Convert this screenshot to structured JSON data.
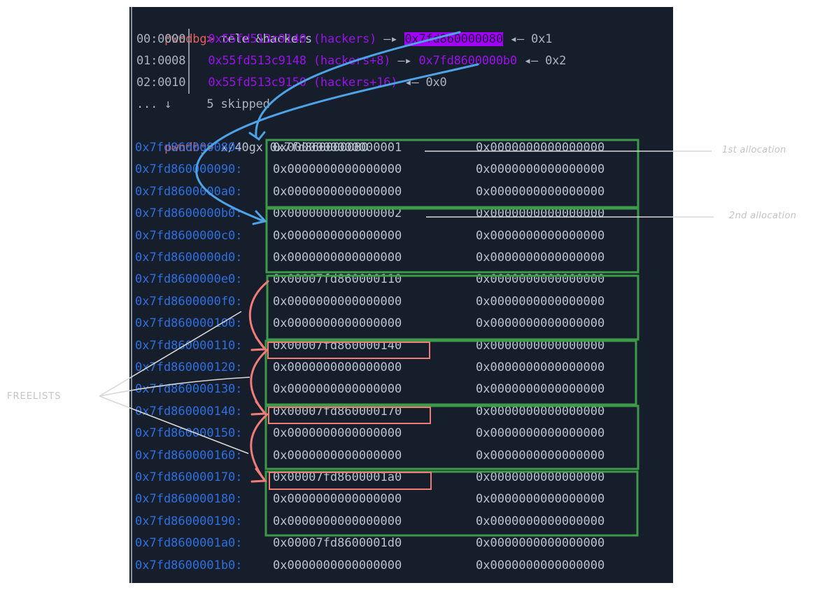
{
  "terminal": {
    "prompt": "pwndbg>",
    "commands": [
      "tele &hackers",
      "x/40gx 0x7fd860000080"
    ],
    "telescope": [
      {
        "index": "00:0000",
        "address": "0x55fd513c9140",
        "symbol": "(hackers)",
        "arrow": "—▸",
        "target": "0x7fd860000080",
        "value_arrow": "◂—",
        "value": "0x1",
        "highlighted": true
      },
      {
        "index": "01:0008",
        "address": "0x55fd513c9148",
        "symbol": "(hackers+8)",
        "arrow": "—▸",
        "target": "0x7fd8600000b0",
        "value_arrow": "◂—",
        "value": "0x2",
        "highlighted": false
      },
      {
        "index": "02:0010",
        "address": "0x55fd513c9150",
        "symbol": "(hackers+16)",
        "arrow": "",
        "target": "",
        "value_arrow": "◂—",
        "value": "0x0",
        "highlighted": false
      }
    ],
    "skipped": {
      "index": "... ↓",
      "text": "5 skipped"
    },
    "memory": [
      {
        "addr": "0x7fd860000080:",
        "v1": "0x0000000000000001",
        "v2": "0x0000000000000000"
      },
      {
        "addr": "0x7fd860000090:",
        "v1": "0x0000000000000000",
        "v2": "0x0000000000000000"
      },
      {
        "addr": "0x7fd8600000a0:",
        "v1": "0x0000000000000000",
        "v2": "0x0000000000000000"
      },
      {
        "addr": "0x7fd8600000b0:",
        "v1": "0x0000000000000002",
        "v2": "0x0000000000000000"
      },
      {
        "addr": "0x7fd8600000c0:",
        "v1": "0x0000000000000000",
        "v2": "0x0000000000000000"
      },
      {
        "addr": "0x7fd8600000d0:",
        "v1": "0x0000000000000000",
        "v2": "0x0000000000000000"
      },
      {
        "addr": "0x7fd8600000e0:",
        "v1": "0x00007fd860000110",
        "v2": "0x0000000000000000"
      },
      {
        "addr": "0x7fd8600000f0:",
        "v1": "0x0000000000000000",
        "v2": "0x0000000000000000"
      },
      {
        "addr": "0x7fd860000100:",
        "v1": "0x0000000000000000",
        "v2": "0x0000000000000000"
      },
      {
        "addr": "0x7fd860000110:",
        "v1": "0x00007fd860000140",
        "v2": "0x0000000000000000"
      },
      {
        "addr": "0x7fd860000120:",
        "v1": "0x0000000000000000",
        "v2": "0x0000000000000000"
      },
      {
        "addr": "0x7fd860000130:",
        "v1": "0x0000000000000000",
        "v2": "0x0000000000000000"
      },
      {
        "addr": "0x7fd860000140:",
        "v1": "0x00007fd860000170",
        "v2": "0x0000000000000000"
      },
      {
        "addr": "0x7fd860000150:",
        "v1": "0x0000000000000000",
        "v2": "0x0000000000000000"
      },
      {
        "addr": "0x7fd860000160:",
        "v1": "0x0000000000000000",
        "v2": "0x0000000000000000"
      },
      {
        "addr": "0x7fd860000170:",
        "v1": "0x00007fd8600001a0",
        "v2": "0x0000000000000000"
      },
      {
        "addr": "0x7fd860000180:",
        "v1": "0x0000000000000000",
        "v2": "0x0000000000000000"
      },
      {
        "addr": "0x7fd860000190:",
        "v1": "0x0000000000000000",
        "v2": "0x0000000000000000"
      },
      {
        "addr": "0x7fd8600001a0:",
        "v1": "0x00007fd8600001d0",
        "v2": "0x0000000000000000"
      },
      {
        "addr": "0x7fd8600001b0:",
        "v1": "0x0000000000000000",
        "v2": "0x0000000000000000"
      }
    ]
  },
  "annotations": {
    "first_allocation": "1st allocation",
    "second_allocation": "2nd allocation",
    "freelists": "FREELISTS"
  },
  "colors": {
    "terminal_bg": "#161e2b",
    "prompt": "#e3615a",
    "address": "#2f6fe0",
    "symbol": "#9b12e8",
    "highlight": "#a100ff",
    "allocation_box": "#3d9a4a",
    "freelist_box": "#f07c78",
    "pointer_arrow": "#4ea3e6",
    "freelist_arrow": "#f07c78",
    "annotation": "#c4c4c4"
  }
}
